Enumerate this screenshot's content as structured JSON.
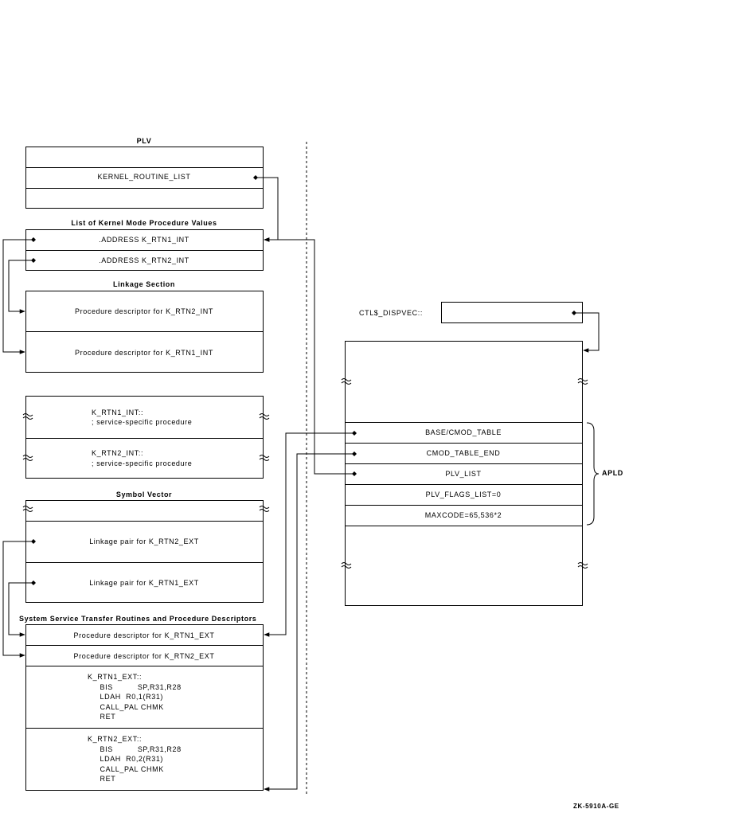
{
  "plv": {
    "title": "PLV",
    "row": "KERNEL_ROUTINE_LIST"
  },
  "kernel_list": {
    "title": "List of Kernel Mode Procedure Values",
    "rows": [
      ".ADDRESS K_RTN1_INT",
      ".ADDRESS K_RTN2_INT"
    ]
  },
  "linkage": {
    "title": "Linkage Section",
    "rows": [
      "Procedure descriptor for K_RTN2_INT",
      "Procedure descriptor for K_RTN1_INT"
    ]
  },
  "int_routines": [
    {
      "label": "K_RTN1_INT::",
      "comment": "; service-specific procedure"
    },
    {
      "label": "K_RTN2_INT::",
      "comment": "; service-specific procedure"
    }
  ],
  "symbol_vector": {
    "title": "Symbol Vector",
    "rows": [
      "Linkage pair for K_RTN2_EXT",
      "Linkage pair for K_RTN1_EXT"
    ]
  },
  "transfer": {
    "title": "System Service Transfer Routines and Procedure Descriptors",
    "rows": [
      "Procedure descriptor for K_RTN1_EXT",
      "Procedure descriptor for K_RTN2_EXT"
    ],
    "code_blocks": [
      "K_RTN1_EXT::\n     BIS          SP,R31,R28\n     LDAH  R0,1(R31)\n     CALL_PAL CHMK\n     RET",
      "K_RTN2_EXT::\n     BIS          SP,R31,R28\n     LDAH  R0,2(R31)\n     CALL_PAL CHMK\n     RET"
    ]
  },
  "dispvec": {
    "label": "CTL$_DISPVEC::"
  },
  "apld": {
    "rows": [
      "BASE/CMOD_TABLE",
      "CMOD_TABLE_END",
      "PLV_LIST",
      "PLV_FLAGS_LIST=0",
      "MAXCODE=65,536*2"
    ],
    "brace_label": "APLD"
  },
  "figure_id": "ZK-5910A-GE"
}
